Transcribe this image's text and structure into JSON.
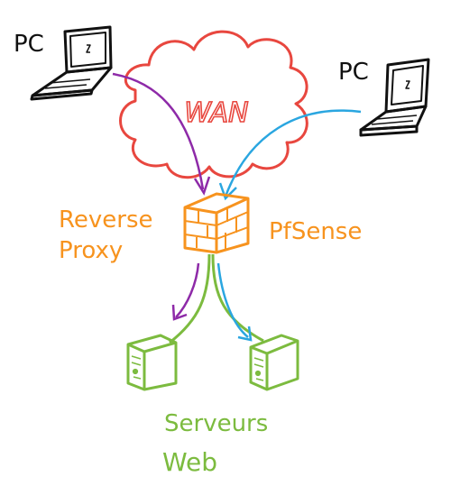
{
  "labels": {
    "pc_left": "PC",
    "pc_right": "PC",
    "wan": "WAN",
    "reverse_proxy_line1": "Reverse",
    "reverse_proxy_line2": "Proxy",
    "pfsense": "PfSense",
    "servers_line1": "Serveurs",
    "servers_line2": "Web"
  },
  "colors": {
    "cloud": "#e8473f",
    "firewall": "#f7931e",
    "orange_text": "#f7931e",
    "servers": "#7cbb3f",
    "arrow_purple": "#8e2aa8",
    "arrow_blue": "#2aa6e0",
    "ink": "#111111"
  }
}
